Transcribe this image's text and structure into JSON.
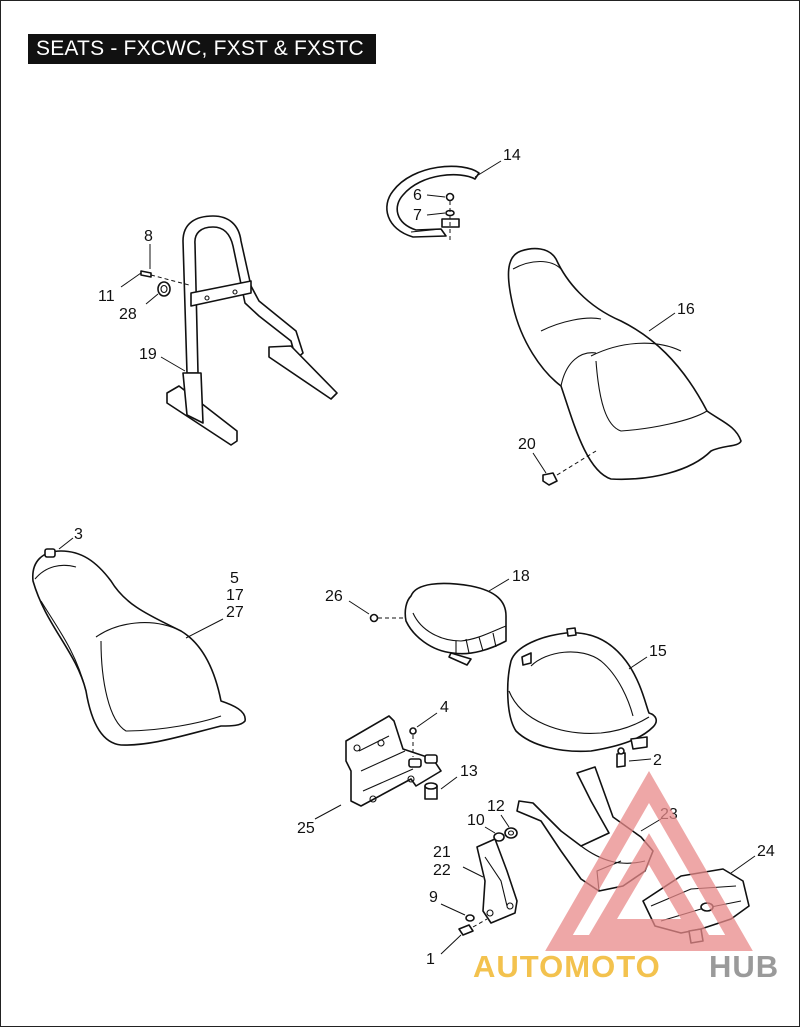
{
  "title": "SEATS - FXCWC, FXST & FXSTC",
  "callouts": {
    "c1": "1",
    "c2": "2",
    "c3": "3",
    "c4": "4",
    "c5": "5",
    "c6": "6",
    "c7": "7",
    "c8": "8",
    "c9": "9",
    "c10": "10",
    "c11": "11",
    "c12": "12",
    "c13": "13",
    "c14": "14",
    "c15": "15",
    "c16": "16",
    "c17": "17",
    "c18": "18",
    "c19": "19",
    "c20": "20",
    "c21": "21",
    "c22": "22",
    "c23": "23",
    "c24": "24",
    "c25": "25",
    "c26": "26",
    "c27": "27",
    "c28": "28"
  },
  "watermark": {
    "brand_part1": "AUTOMOTO",
    "brand_part2": "HUB",
    "triangle_color": "#e88a8a",
    "text_color_1": "#f3c24e",
    "text_color_2": "#9a9a9a"
  }
}
